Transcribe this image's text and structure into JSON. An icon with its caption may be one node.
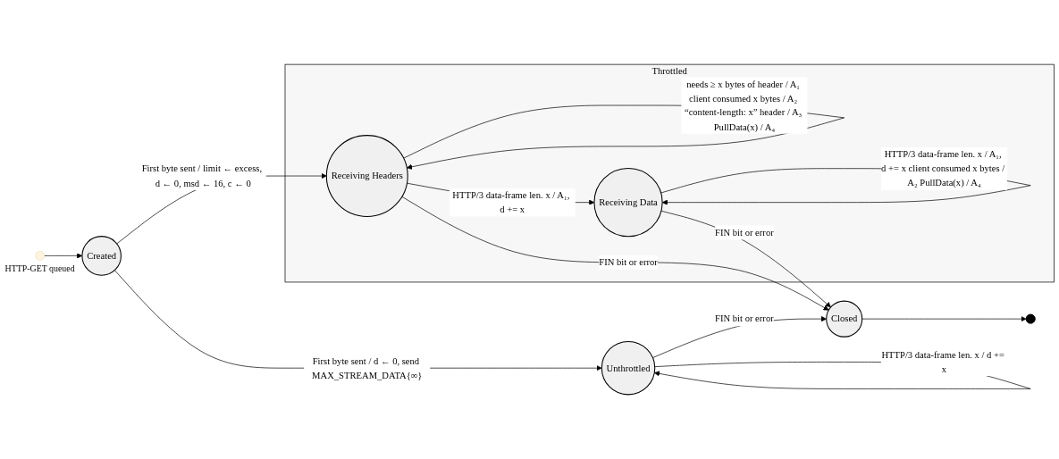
{
  "diagram": {
    "nodes": [
      {
        "text": [],
        "shape": "circle",
        "beside": [
          "HTTP-GET queued"
        ]
      },
      {
        "text": [
          "Created"
        ]
      },
      {
        "text": [
          "Throttled"
        ]
      },
      {
        "text": [
          "Receiving Headers"
        ],
        "in": 2
      },
      {
        "text": [
          "Receiving Data"
        ],
        "in": 2
      },
      {
        "text": [
          "Unthrottled"
        ]
      },
      {
        "text": [
          "Closed"
        ]
      },
      {
        "text": [],
        "shape": "circle"
      }
    ],
    "edges": [
      {
        "from": 0,
        "to": 1,
        "arrow": "to"
      },
      {
        "from": 1,
        "to": 3,
        "arrow": "to",
        "label": "First byte sent / limit ← excess, d ← 0, msd ← 16, c ← 0"
      },
      {
        "from": 3,
        "to": 3,
        "arrow": "to",
        "label": "needs ≥ x bytes of header / A₁ client consumed x bytes / A₂ “content-length: x” header / A₃ PullData(x) / A₄"
      },
      {
        "from": 3,
        "to": 4,
        "arrow": "to",
        "label": "HTTP/3 data-frame len. x / A₁, d += x"
      },
      {
        "from": 4,
        "to": 4,
        "arrow": "to",
        "label": "HTTP/3 data-frame len. x / A₁, d += x client consumed x bytes / A₂ PullData(x) / A₄"
      },
      {
        "from": 4,
        "to": 6,
        "arrow": "to",
        "label": "FIN bit or error"
      },
      {
        "from": 3,
        "to": 6,
        "arrow": "to",
        "label": "FIN bit or error"
      },
      {
        "from": 1,
        "to": 5,
        "arrow": "to",
        "label": "First byte sent / d ← 0, send MAX_STREAM_DATA{∞}"
      },
      {
        "from": 5,
        "to": 5,
        "arrow": "to",
        "label": "HTTP/3 data-frame len. x / d += x"
      },
      {
        "from": 5,
        "to": 6,
        "arrow": "to",
        "label": "FIN bit or error"
      },
      {
        "from": 6,
        "to": 7,
        "arrow": "to"
      }
    ]
  }
}
